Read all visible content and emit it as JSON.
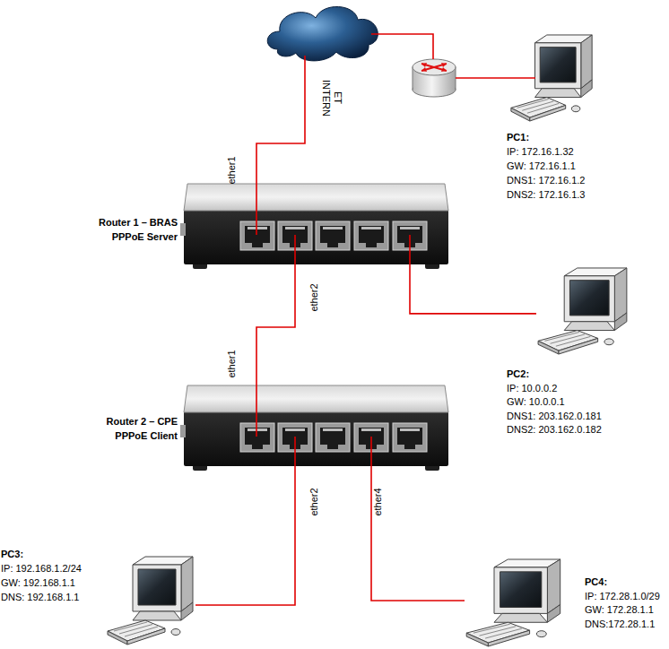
{
  "diagram": {
    "nodes": [
      {
        "text": [
          "PC1:",
          "IP: 172.16.1.32",
          "GW: 172.16.1.1",
          "DNS1: 172.16.1.2",
          "DNS2: 172.16.1.3"
        ]
      },
      {
        "text": [
          "Router 1 – BRAS",
          "PPPoE Server"
        ]
      },
      {
        "text": [
          "PC2:",
          "IP: 10.0.0.2",
          "GW: 10.0.0.1",
          "DNS1: 203.162.0.181",
          "DNS2: 203.162.0.182"
        ]
      },
      {
        "text": [
          "Router 2 – CPE",
          "PPPoE Client"
        ]
      },
      {
        "text": [
          "PC3:",
          "IP: 192.168.1.2/24",
          "GW: 192.168.1.1",
          "DNS: 192.168.1.1"
        ]
      },
      {
        "text": [
          "PC4:",
          "IP: 172.28.1.0/29",
          "GW: 172.28.1.1",
          "DNS:172.28.1.1"
        ]
      }
    ],
    "edges": [
      {
        "from": 1,
        "to": 3,
        "arrow": "none"
      },
      {
        "from": 1,
        "to": 2,
        "arrow": "none"
      },
      {
        "from": 3,
        "to": 4,
        "arrow": "none"
      },
      {
        "from": 3,
        "to": 5,
        "arrow": "none"
      }
    ],
    "labels": [
      "INTERN ET",
      "ether1",
      "ether2",
      "ether1",
      "ether2",
      "ether4"
    ]
  }
}
